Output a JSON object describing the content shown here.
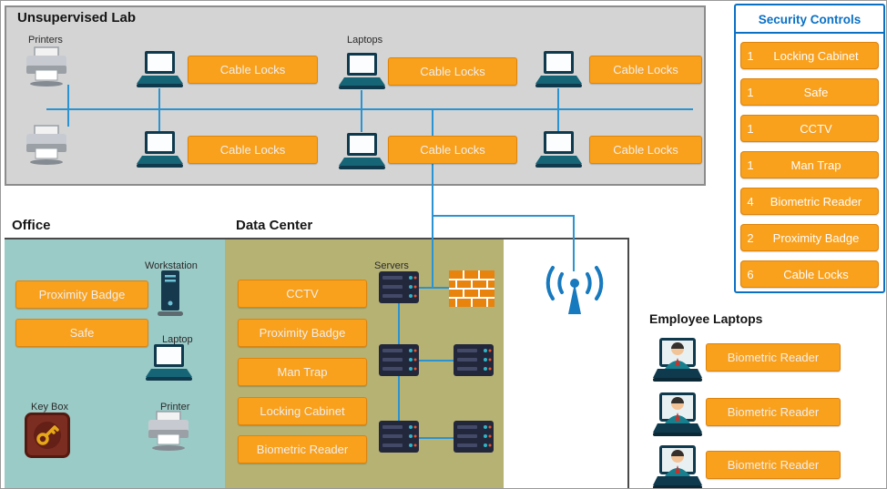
{
  "colors": {
    "accent_orange": "#F9A01C",
    "connector_blue": "#2B93D1",
    "security_panel_blue": "#0A70C4",
    "lab_fill": "#D4D4D4",
    "office_fill": "#9BCBC7",
    "data_center_fill": "#B6B274"
  },
  "lab": {
    "title": "Unsupervised Lab",
    "printers_label": "Printers",
    "laptops_label": "Laptops",
    "rows": [
      {
        "items": [
          "Cable Locks",
          "Cable Locks",
          "Cable Locks"
        ]
      },
      {
        "items": [
          "Cable Locks",
          "Cable Locks",
          "Cable Locks"
        ]
      }
    ]
  },
  "security_controls": {
    "title": "Security Controls",
    "items": [
      {
        "count": "1",
        "label": "Locking Cabinet"
      },
      {
        "count": "1",
        "label": "Safe"
      },
      {
        "count": "1",
        "label": "CCTV"
      },
      {
        "count": "1",
        "label": "Man Trap"
      },
      {
        "count": "4",
        "label": "Biometric Reader"
      },
      {
        "count": "2",
        "label": "Proximity Badge"
      },
      {
        "count": "6",
        "label": "Cable Locks"
      }
    ]
  },
  "office": {
    "title": "Office",
    "workstation_label": "Workstation",
    "laptop_label": "Laptop",
    "key_box_label": "Key Box",
    "printer_label": "Printer",
    "controls": [
      "Proximity Badge",
      "Safe"
    ]
  },
  "data_center": {
    "title": "Data Center",
    "servers_label": "Servers",
    "controls": [
      "CCTV",
      "Proximity Badge",
      "Man Trap",
      "Locking Cabinet",
      "Biometric Reader"
    ]
  },
  "employee_laptops": {
    "title": "Employee Laptops",
    "items": [
      "Biometric Reader",
      "Biometric Reader",
      "Biometric Reader"
    ]
  }
}
